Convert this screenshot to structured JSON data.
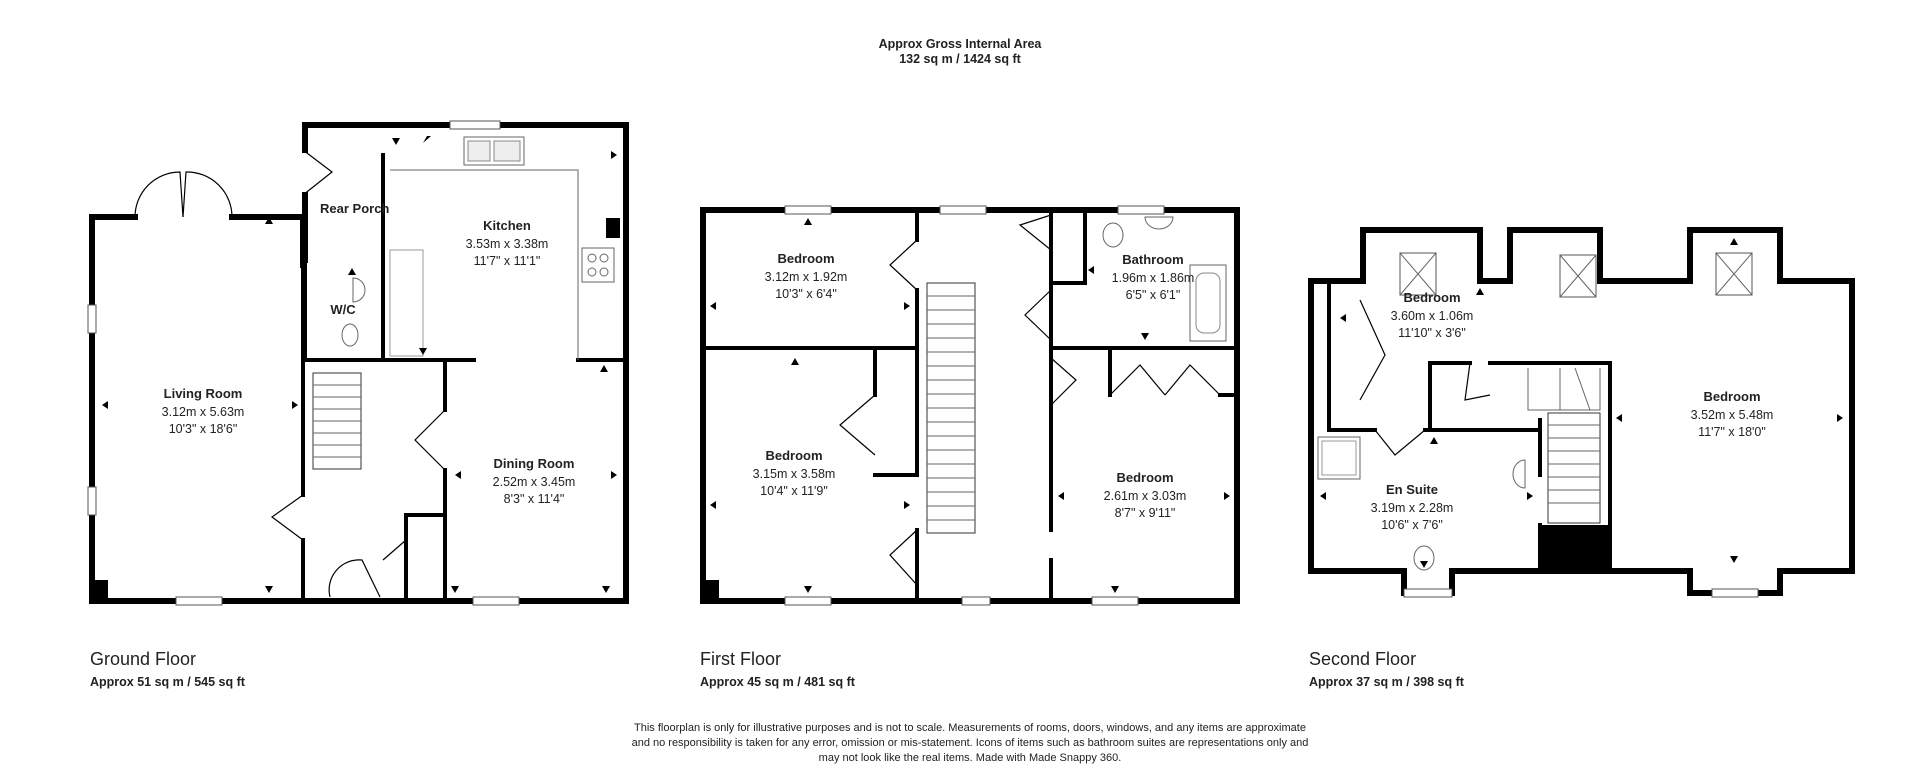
{
  "header": {
    "gross_area_label": "Approx Gross Internal Area",
    "gross_area_value": "132 sq m / 1424 sq ft"
  },
  "floors": {
    "ground": {
      "title": "Ground Floor",
      "area": "Approx 51 sq m / 545 sq ft",
      "rooms": {
        "living": {
          "name": "Living Room",
          "metric": "3.12m x 5.63m",
          "imperial": "10'3\" x 18'6\""
        },
        "kitchen": {
          "name": "Kitchen",
          "metric": "3.53m x 3.38m",
          "imperial": "11'7\" x 11'1\""
        },
        "rear_porch": {
          "name": "Rear Porch"
        },
        "wc": {
          "name": "W/C"
        },
        "dining": {
          "name": "Dining Room",
          "metric": "2.52m x 3.45m",
          "imperial": "8'3\" x 11'4\""
        }
      }
    },
    "first": {
      "title": "First Floor",
      "area": "Approx 45 sq m / 481 sq ft",
      "rooms": {
        "bed1": {
          "name": "Bedroom",
          "metric": "3.12m x 1.92m",
          "imperial": "10'3\" x 6'4\""
        },
        "bath": {
          "name": "Bathroom",
          "metric": "1.96m x 1.86m",
          "imperial": "6'5\" x 6'1\""
        },
        "bed2": {
          "name": "Bedroom",
          "metric": "3.15m x 3.58m",
          "imperial": "10'4\" x 11'9\""
        },
        "bed3": {
          "name": "Bedroom",
          "metric": "2.61m x 3.03m",
          "imperial": "8'7\" x 9'11\""
        }
      }
    },
    "second": {
      "title": "Second Floor",
      "area": "Approx 37 sq m / 398 sq ft",
      "rooms": {
        "bed_small": {
          "name": "Bedroom",
          "metric": "3.60m x 1.06m",
          "imperial": "11'10\" x 3'6\""
        },
        "bed_large": {
          "name": "Bedroom",
          "metric": "3.52m x 5.48m",
          "imperial": "11'7\" x 18'0\""
        },
        "ensuite": {
          "name": "En Suite",
          "metric": "3.19m x 2.28m",
          "imperial": "10'6\" x 7'6\""
        }
      }
    }
  },
  "disclaimer": {
    "line1": "This floorplan is only for illustrative purposes and is not to scale. Measurements of rooms, doors, windows, and any items are approximate",
    "line2": "and no responsibility is taken for any error, omission or mis-statement. Icons of items such as bathroom suites are representations only and",
    "line3": "may not look like the real items. Made with Made Snappy 360."
  }
}
